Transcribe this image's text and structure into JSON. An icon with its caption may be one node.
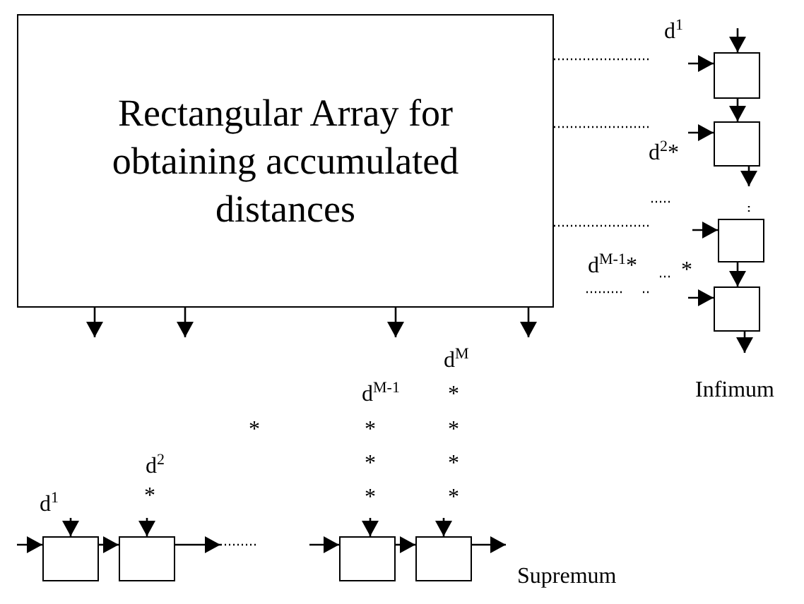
{
  "diagram": {
    "nodes": [
      {
        "text": [
          "Rectangular Array for obtaining accumulated distances"
        ]
      },
      {
        "text": [],
        "shape": "box"
      },
      {
        "text": [],
        "shape": "box"
      },
      {
        "text": [],
        "shape": "box"
      },
      {
        "text": [],
        "shape": "box"
      },
      {
        "text": [],
        "shape": "box"
      },
      {
        "text": [],
        "shape": "box"
      },
      {
        "text": [],
        "shape": "box"
      },
      {
        "text": [],
        "shape": "box"
      }
    ],
    "edges": [
      {
        "from": null,
        "to": 1,
        "arrow": "to"
      },
      {
        "from": null,
        "to": 1,
        "arrow": "to"
      },
      {
        "from": 1,
        "to": 2,
        "arrow": "to"
      },
      {
        "from": null,
        "to": 2,
        "arrow": "to"
      },
      {
        "from": 2,
        "to": null,
        "arrow": "to"
      },
      {
        "from": null,
        "to": 3,
        "arrow": "to"
      },
      {
        "from": 3,
        "to": 4,
        "arrow": "to"
      },
      {
        "from": null,
        "to": 4,
        "arrow": "to"
      },
      {
        "from": 4,
        "to": null,
        "arrow": "to"
      },
      {
        "from": 0,
        "to": null,
        "arrow": "none",
        "style": "dashed"
      },
      {
        "from": 0,
        "to": null,
        "arrow": "none",
        "style": "dashed"
      },
      {
        "from": 0,
        "to": null,
        "arrow": "none",
        "style": "dashed"
      },
      {
        "from": 0,
        "to": null,
        "arrow": "to"
      },
      {
        "from": 0,
        "to": null,
        "arrow": "to"
      },
      {
        "from": 0,
        "to": null,
        "arrow": "to"
      },
      {
        "from": 0,
        "to": null,
        "arrow": "to"
      },
      {
        "from": null,
        "to": 5,
        "arrow": "to"
      },
      {
        "from": null,
        "to": 5,
        "arrow": "to"
      },
      {
        "from": 5,
        "to": 6,
        "arrow": "to"
      },
      {
        "from": null,
        "to": 6,
        "arrow": "to"
      },
      {
        "from": 6,
        "to": null,
        "arrow": "to"
      },
      {
        "from": null,
        "to": 7,
        "arrow": "to"
      },
      {
        "from": null,
        "to": 7,
        "arrow": "to"
      },
      {
        "from": 7,
        "to": 8,
        "arrow": "to"
      },
      {
        "from": null,
        "to": 8,
        "arrow": "to"
      },
      {
        "from": 8,
        "to": null,
        "arrow": "to"
      }
    ],
    "labels": [
      "d$^{1}$",
      "d$^{2}$*",
      "d$^{M-1}$*",
      "*",
      "d$^{M}$",
      "d$^{M-1}$",
      "Infimum",
      "*",
      "*",
      "*",
      "*",
      "*",
      "*",
      "*",
      "*",
      "d$^{2}$",
      "*",
      "d$^{1}$",
      "Supremum"
    ]
  }
}
